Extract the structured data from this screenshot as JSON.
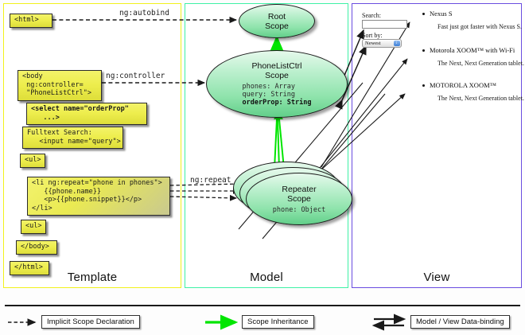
{
  "panels": {
    "template": {
      "label": "Template",
      "border_color": "#f2f21c"
    },
    "model": {
      "label": "Model",
      "border_color": "#3ff2a6"
    },
    "view": {
      "label": "View",
      "border_color": "#6a4de0"
    }
  },
  "template_code": [
    {
      "name": "html-open-tag",
      "text": "<html>"
    },
    {
      "name": "body-controller-tag",
      "text": "<body\n ng:controller=\n \"PhoneListCtrl\">"
    },
    {
      "name": "select-orderprop-tag",
      "text": "<select name=\"orderProp\"\n   ...>"
    },
    {
      "name": "fulltext-search-input",
      "text": "Fulltext Search:\n   <input name=\"query\">"
    },
    {
      "name": "ul-open-tag",
      "text": "<ul>"
    },
    {
      "name": "li-ngrepeat-tag",
      "text": "<li ng:repeat=\"phone in phones\">\n   {{phone.name}}\n   <p>{{phone.snippet}}</p>\n</li>"
    },
    {
      "name": "ul-close-tag",
      "text": "<ul>"
    },
    {
      "name": "body-close-tag",
      "text": "</body>"
    },
    {
      "name": "html-close-tag",
      "text": "</html>"
    }
  ],
  "edge_labels": {
    "autobind": "ng:autobind",
    "controller": "ng:controller",
    "repeat": "ng:repeat"
  },
  "scopes": {
    "root": {
      "title_line1": "Root",
      "title_line2": "Scope",
      "props": ""
    },
    "phonelistctrl": {
      "title_line1": "PhoneListCtrl",
      "title_line2": "Scope",
      "props_plain": "phones: Array\nquery: String\n",
      "props_bold": "orderProp: String"
    },
    "repeater": {
      "title_line1": "Repeater",
      "title_line2": "Scope",
      "props": "phone: Object"
    }
  },
  "view": {
    "search_label": "Search:",
    "search_value": "",
    "sort_label": "Sort by:",
    "sort_selected": "Newest",
    "sort_arrow_glyph": "↕",
    "phones": [
      {
        "name": "Nexus S",
        "snippet": "Fast just got faster with Nexus S."
      },
      {
        "name": "Motorola XOOM™ with Wi-Fi",
        "snippet": "The Next, Next Generation tablet."
      },
      {
        "name": "MOTOROLA XOOM™",
        "snippet": "The Next, Next Generation tablet."
      }
    ]
  },
  "legend": [
    {
      "name": "legend-implicit-scope-declaration",
      "label": "Implicit Scope Declaration",
      "style": "dashed-arrow",
      "color": "#1a1a1a"
    },
    {
      "name": "legend-scope-inheritance",
      "label": "Scope Inheritance",
      "style": "green-arrow",
      "color": "#00e500"
    },
    {
      "name": "legend-model-view-data-binding",
      "label": "Model / View Data-binding",
      "style": "double-arrow",
      "color": "#111111"
    }
  ],
  "colors": {
    "code_box_fill": "#eeee4e",
    "scope_fill_top": "#e6f9ec",
    "scope_fill_bottom": "#62cf8a",
    "inheritance_arrow": "#00e500",
    "dashed_arrow": "#1a1a1a"
  }
}
